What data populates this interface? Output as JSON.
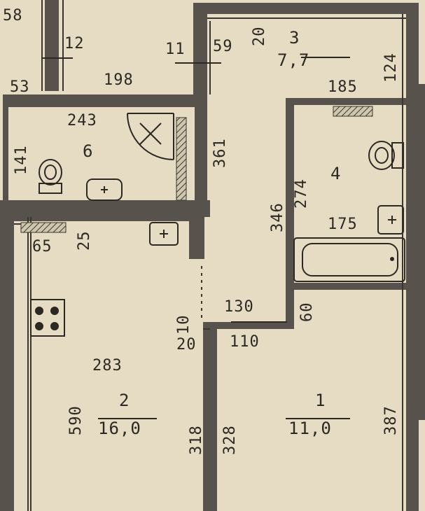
{
  "rooms": [
    {
      "number": "1",
      "area": "11,0"
    },
    {
      "number": "2",
      "area": "16,0"
    },
    {
      "number": "3",
      "area": "7,7"
    },
    {
      "number": "4",
      "area": ""
    },
    {
      "number": "6",
      "area": ""
    }
  ],
  "dimensions": {
    "d58": "58",
    "d12": "12",
    "d11": "11",
    "d59": "59",
    "d20a": "20",
    "d124": "124",
    "d53": "53",
    "d198": "198",
    "d185": "185",
    "d243": "243",
    "d141": "141",
    "d361": "361",
    "d346": "346",
    "d274": "274",
    "d175": "175",
    "d65": "65",
    "d25": "25",
    "d10": "10",
    "d130": "130",
    "d60": "60",
    "d20b": "20",
    "d110": "110",
    "d283": "283",
    "d590": "590",
    "d318": "318",
    "d328": "328",
    "d387": "387"
  },
  "colors": {
    "paper": "#e6dcc4",
    "wall": "#57534c",
    "ink": "#2c2822"
  }
}
